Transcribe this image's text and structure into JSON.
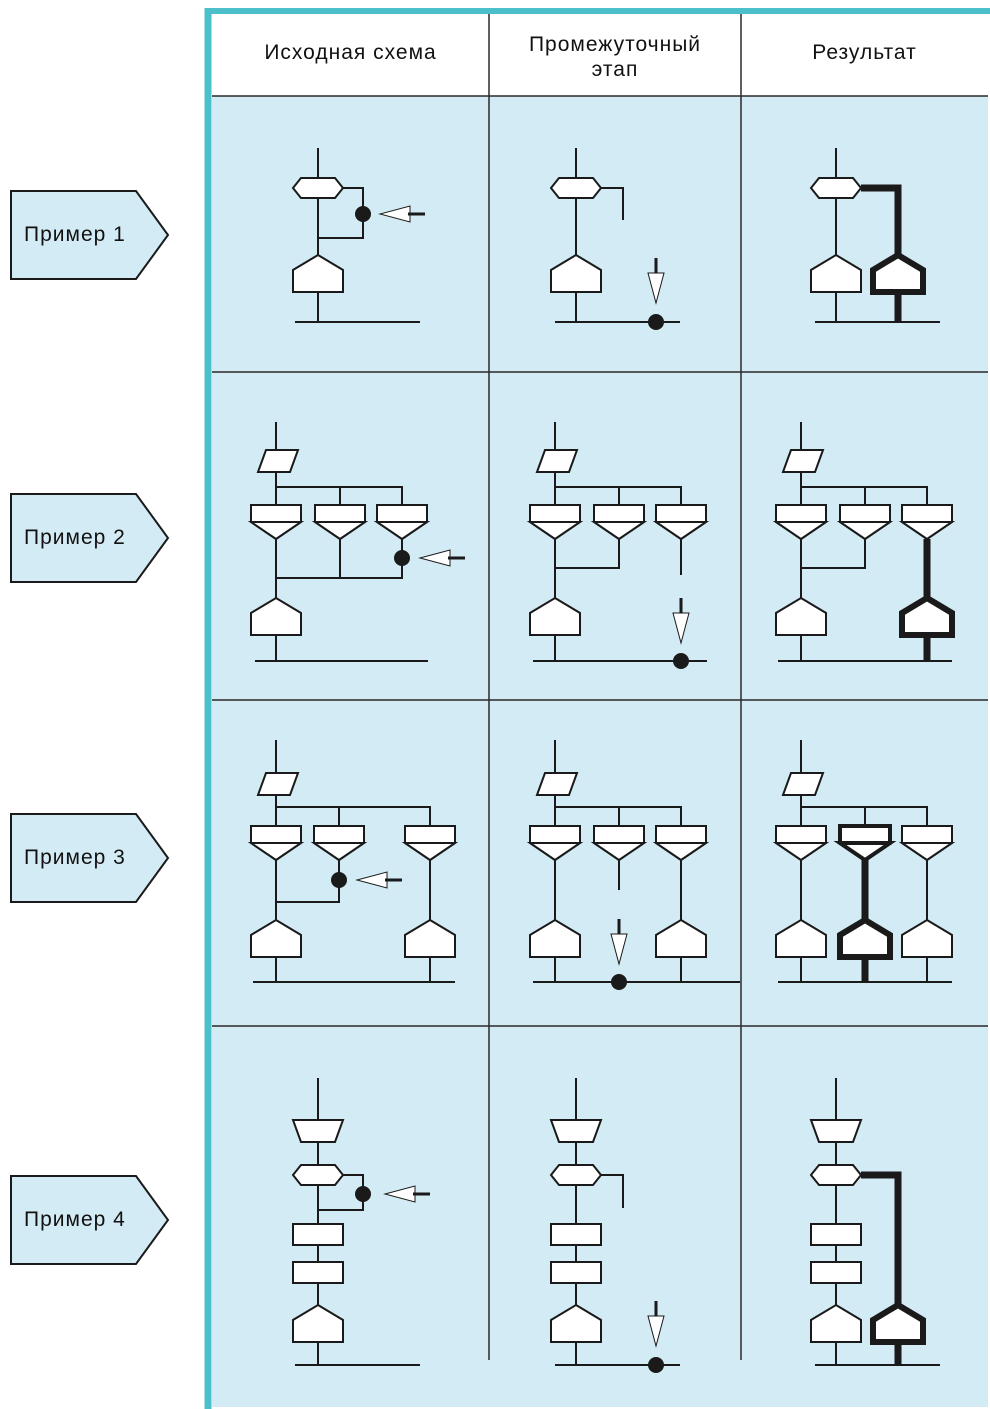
{
  "colors": {
    "accent": "#4dbfca",
    "cell_bg": "#d3ebf4",
    "label_bg": "#d3ebf4",
    "stroke": "#1a1a1a"
  },
  "header": {
    "col1": "Исходная схема",
    "col2_line1": "Промежуточный",
    "col2_line2": "этап",
    "col3": "Результат"
  },
  "rows": [
    {
      "label": "Пример 1"
    },
    {
      "label": "Пример 2"
    },
    {
      "label": "Пример 3"
    },
    {
      "label": "Пример 4"
    }
  ]
}
